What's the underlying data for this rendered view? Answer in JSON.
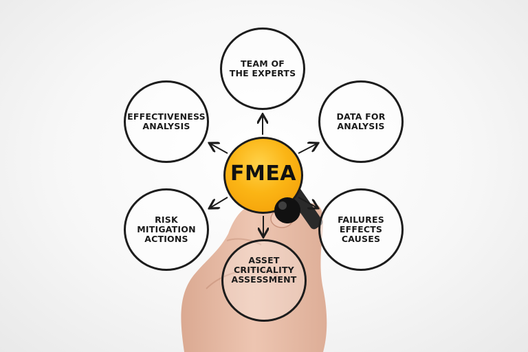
{
  "diagram": {
    "center": "FMEA",
    "nodes": [
      {
        "id": "team",
        "label": "TEAM OF\nTHE EXPERTS"
      },
      {
        "id": "data",
        "label": "DATA FOR\nANALYSIS"
      },
      {
        "id": "failures",
        "label": "FAILURES\nEFFECTS\nCAUSES"
      },
      {
        "id": "asset",
        "label": "ASSET\nCRITICALITY\nASSESSMENT"
      },
      {
        "id": "risk",
        "label": "RISK\nMITIGATION\nACTIONS"
      },
      {
        "id": "effectiveness",
        "label": "EFFECTIVENESS\nANALYSIS"
      }
    ]
  },
  "colors": {
    "center_fill": "#fbb515",
    "outline": "#1c1c1c",
    "skin": "#e9b9a2",
    "background": "#f4f4f4"
  }
}
